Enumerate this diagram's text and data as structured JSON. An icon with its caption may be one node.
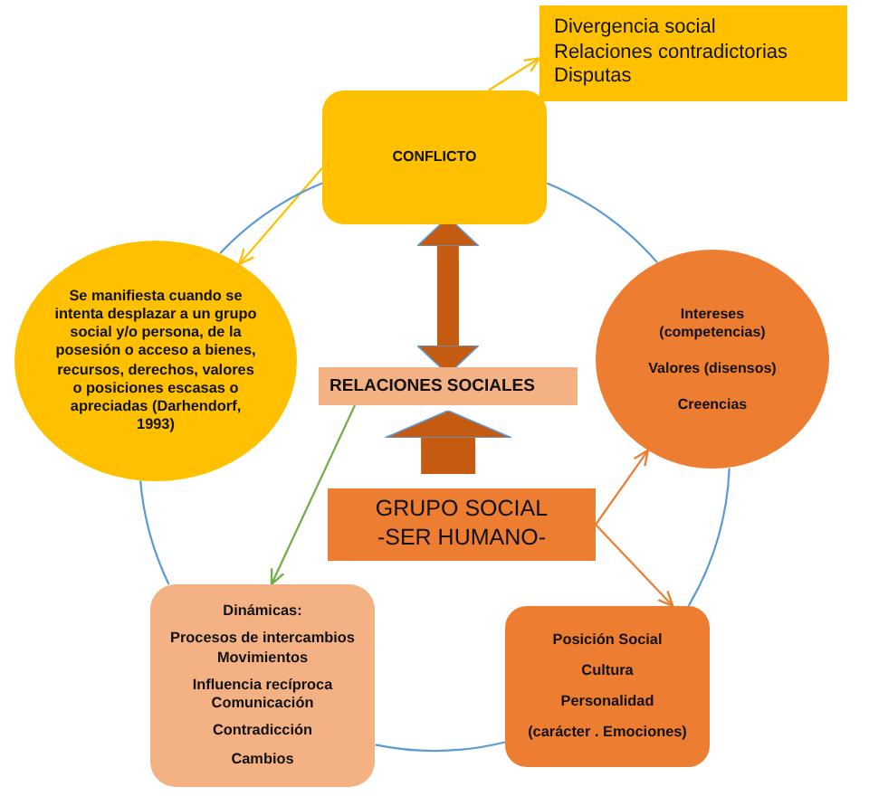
{
  "diagram": {
    "nodes": [
      {
        "text": [
          "CONFLICTO"
        ]
      },
      {
        "text": [
          "Divergencia social",
          "Relaciones contradictorias",
          "Disputas"
        ]
      },
      {
        "text": [
          "Se manifiesta cuando se intenta desplazar a un grupo social y/o persona, de la posesión o acceso a bienes, recursos, derechos, valores o posiciones escasas o apreciadas (Darhendorf, 1993)"
        ]
      },
      {
        "text": [
          "Intereses (competencias)",
          "Valores (disensos)",
          "Creencias"
        ]
      },
      {
        "text": [
          "RELACIONES SOCIALES"
        ]
      },
      {
        "text": [
          "GRUPO SOCIAL -SER HUMANO-"
        ]
      },
      {
        "text": [
          "Dinámicas:",
          "Procesos de intercambios Movimientos",
          "Influencia recíproca Comunicación",
          "Contradicción",
          "Cambios"
        ]
      },
      {
        "text": [
          "Posición Social",
          "Cultura",
          "Personalidad",
          "(carácter . Emociones)"
        ]
      }
    ],
    "edges": [
      {
        "from": 0,
        "to": 1,
        "arrow": "to",
        "color": "#ffc000"
      },
      {
        "from": 0,
        "to": 2,
        "arrow": "to",
        "color": "#ffc000"
      },
      {
        "from": 0,
        "to": 4,
        "arrow": "both",
        "style": "thick",
        "color": "#c55a11"
      },
      {
        "from": 5,
        "to": 4,
        "arrow": "to",
        "style": "thick",
        "color": "#c55a11"
      },
      {
        "from": 4,
        "to": 6,
        "arrow": "to",
        "color": "#70ad47"
      },
      {
        "from": 5,
        "to": 3,
        "arrow": "to",
        "color": "#ed7d31"
      },
      {
        "from": 5,
        "to": 7,
        "arrow": "to",
        "color": "#ed7d31"
      },
      {
        "from": 0,
        "to": 3,
        "arrow": "none"
      },
      {
        "from": 3,
        "to": 7,
        "arrow": "none"
      },
      {
        "from": 7,
        "to": 6,
        "arrow": "none"
      },
      {
        "from": 6,
        "to": 2,
        "arrow": "none"
      },
      {
        "from": 2,
        "to": 0,
        "arrow": "none"
      }
    ]
  }
}
